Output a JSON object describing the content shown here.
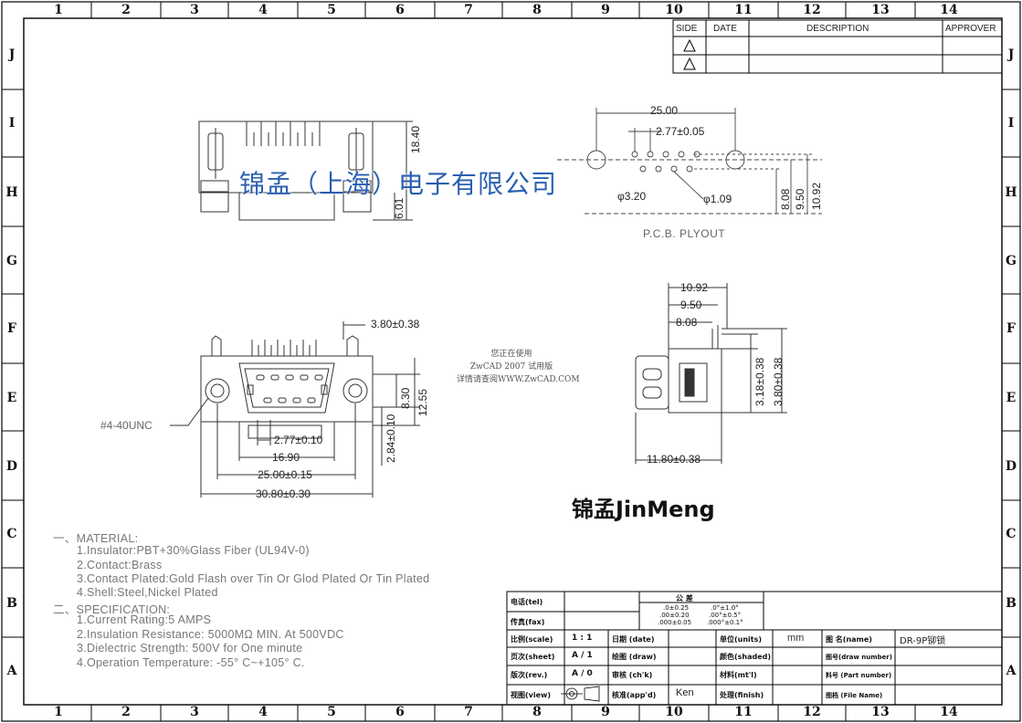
{
  "zones": {
    "columns": [
      "1",
      "2",
      "3",
      "4",
      "5",
      "6",
      "7",
      "8",
      "9",
      "10",
      "11",
      "12",
      "13",
      "14"
    ],
    "rows": [
      "J",
      "I",
      "H",
      "G",
      "F",
      "E",
      "D",
      "C",
      "B",
      "A"
    ]
  },
  "revision_table": {
    "side": "SIDE",
    "date": "DATE",
    "description": "DESCRIPTION",
    "approver": "APPROVER"
  },
  "company_banner": "锦孟（上海）电子有限公司",
  "brand_logo": "锦孟JinMeng",
  "watermark": [
    "您正在使用",
    "ZwCAD 2007 试用版",
    "详情请查阅WWW.ZwCAD.COM"
  ],
  "pcb": {
    "width": "25.00",
    "pitch": "2.77±0.05",
    "hole_large": "φ3.20",
    "hole_small": "φ1.09",
    "h1": "8.08",
    "h2": "9.50",
    "h3": "10.92",
    "caption": "P.C.B. PLYOUT"
  },
  "top_view": {
    "d1": "18.40",
    "d2": "6.01"
  },
  "front_view": {
    "top": "3.80±0.38",
    "thread": "#4-40UNC",
    "r1": "8.30",
    "r2": "12.55",
    "r3": "2.84±0.10",
    "w1": "2.77±0.10",
    "w2": "16.90",
    "w3": "25.00±0.15",
    "w4": "30.80±0.30"
  },
  "side_view": {
    "d1": "10.92",
    "d2": "9.50",
    "d3": "8.08",
    "h1": "3.18±0.38",
    "h2": "3.80±0.38",
    "w": "11.80±0.38"
  },
  "notes": {
    "material_title": "一、MATERIAL:",
    "material": [
      "1.Insulator:PBT+30%Glass Fiber (UL94V-0)",
      "2.Contact:Brass",
      "3.Contact Plated:Gold Flash over Tin Or Glod Plated Or Tin Plated",
      "4.Shell:Steel,Nickel Plated"
    ],
    "spec_title": "二、SPECIFICATION:",
    "spec": [
      "1.Current Rating:5 AMPS",
      "2.Insulation Resistance: 5000MΩ  MIN. At 500VDC",
      "3.Dielectric Strength: 500V for One minute",
      "4.Operation Temperature: -55° C~+105° C."
    ]
  },
  "title_block": {
    "tel": "电话(tel)",
    "fax": "传真(fax)",
    "tolerance": "公    差",
    "tol1": ".0±0.25",
    "tol2": ".00±0.20",
    "tol3": ".000±0.05",
    "tol4": ".0°±1.0°",
    "tol5": ".00°±0.5°",
    "tol6": ".000°±0.1°",
    "scale_label": "比例(scale)",
    "scale_value": "1 : 1",
    "date_label": "日期 (date)",
    "units_label": "单位(units)",
    "units_value": "mm",
    "name_label": "图  名(name)",
    "name_value": "DR-9P铆锁",
    "sheet_label": "页次(sheet)",
    "sheet_value": "A / 1",
    "draw_label": "绘图 (draw)",
    "shaded_label": "颜色(shaded)",
    "partno_label": "图号(draw number)",
    "rev_label": "版次(rev.)",
    "rev_value": "A / 0",
    "check_label": "审核 (ch'k)",
    "mtl_label": "材料(mt'l)",
    "part_label": "料号 (Part number)",
    "view_label": "视图(view)",
    "appd_label": "核准(app'd)",
    "appd_value": "Ken",
    "finish_label": "处理(finish)",
    "file_label": "图档 (File Name)"
  }
}
